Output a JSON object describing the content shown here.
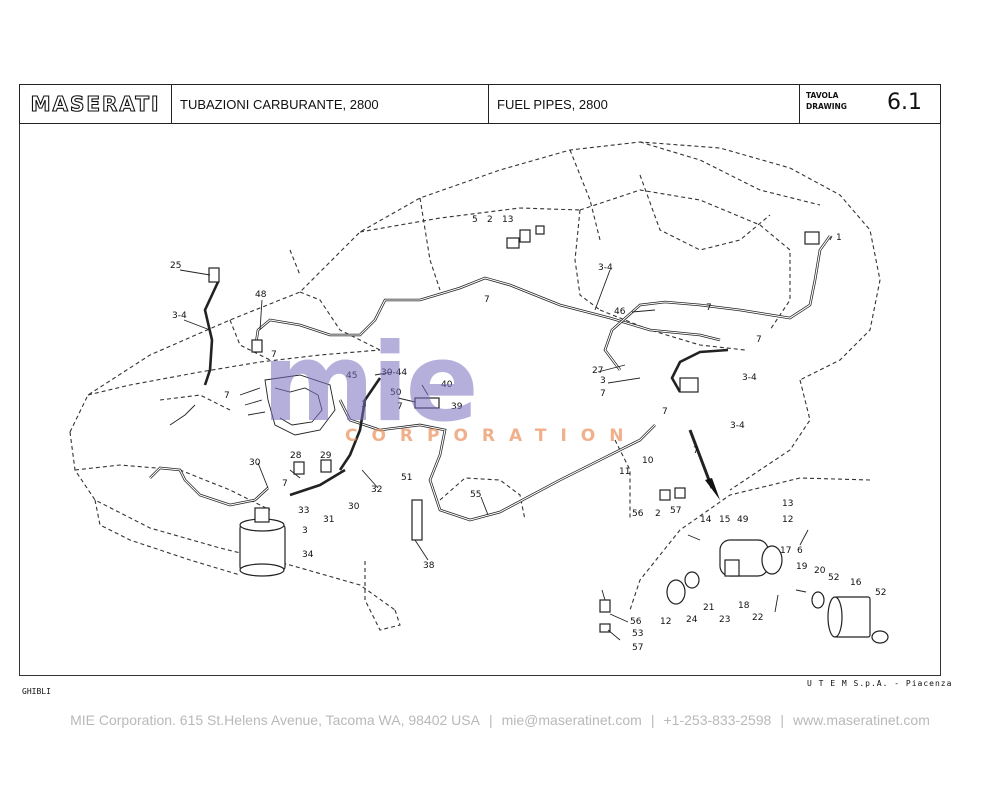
{
  "header": {
    "brand": "MASERATI",
    "title_it": "TUBAZIONI CARBURANTE, 2800",
    "title_en": "FUEL PIPES, 2800",
    "tavola_label": "TAVOLA",
    "drawing_label": "DRAWING",
    "drawing_number": "6.1"
  },
  "watermark": {
    "logo_text": "mie",
    "corp_text": "CORPORATION"
  },
  "callouts": {
    "c_1": "1",
    "c_5": "5",
    "c_2a": "2",
    "c_13a": "13",
    "c_25": "25",
    "c_48": "48",
    "c_34a": "3-4",
    "c_34b": "3-4",
    "c_34c": "3-4",
    "c_34d": "3-4",
    "c_7a": "7",
    "c_7b": "7",
    "c_7c": "7",
    "c_7d": "7",
    "c_7e": "7",
    "c_7f": "7",
    "c_7g": "7",
    "c_7h": "7",
    "c_7i": "7",
    "c_7j": "7",
    "c_46": "46",
    "c_27": "27",
    "c_3a": "3",
    "c_3b": "3",
    "c_3c": "3",
    "c_45": "45",
    "c_3044": "30-44",
    "c_40": "40",
    "c_50": "50",
    "c_39": "39",
    "c_28": "28",
    "c_29": "29",
    "c_30a": "30",
    "c_30b": "30",
    "c_31": "31",
    "c_32": "32",
    "c_33": "33",
    "c_34": "34",
    "c_51": "51",
    "c_10": "10",
    "c_11": "11",
    "c_55": "55",
    "c_38": "38",
    "c_56a": "56",
    "c_2b": "2",
    "c_57a": "57",
    "c_56b": "56",
    "c_53": "53",
    "c_57b": "57",
    "c_13b": "13",
    "c_14": "14",
    "c_15": "15",
    "c_49": "49",
    "c_12a": "12",
    "c_17": "17",
    "c_6": "6",
    "c_19": "19",
    "c_20": "20",
    "c_52a": "52",
    "c_16": "16",
    "c_52b": "52",
    "c_12b": "12",
    "c_24": "24",
    "c_21": "21",
    "c_23": "23",
    "c_18": "18",
    "c_22": "22"
  },
  "model": "GHIBLI",
  "maker": "U T E M  S.p.A. - Piacenza",
  "footer": {
    "address": "MIE Corporation. 615 St.Helens Avenue, Tacoma WA, 98402 USA",
    "email": "mie@maseratinet.com",
    "phone": "+1-253-833-2598",
    "website": "www.maseratinet.com"
  }
}
